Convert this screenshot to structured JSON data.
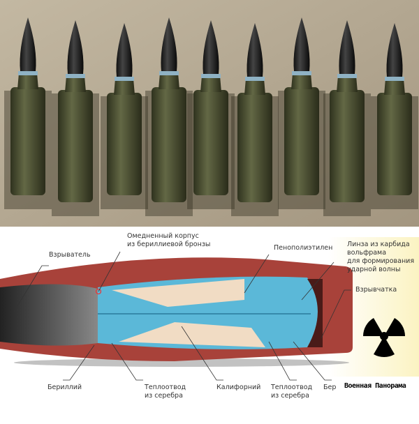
{
  "photo": {
    "subject": "cartridges",
    "count": 9
  },
  "diagram": {
    "labels": {
      "fuze": "Взрыватель",
      "casing": "Омедненный корпус\nиз бериллиевой бронзы",
      "foam": "Пенополиэтилен",
      "lens": "Линза из карбида\nвольфрама\nдля формирования\nударной волны",
      "explosive": "Взрывчатка",
      "beryllium_left": "Бериллий",
      "heatsink_left": "Теплоотвод\nиз серебра",
      "californium": "Калифорний",
      "heatsink_right": "Теплоотвод\nиз серебра",
      "beryllium_right": "Бер"
    },
    "watermark": "Военная Панорама"
  },
  "colors": {
    "casing": "#a8423a",
    "core": "#5bb8d8",
    "foam": "#f1dcc4",
    "wall": "#b3a68e",
    "cartridge": "#4e5233"
  }
}
